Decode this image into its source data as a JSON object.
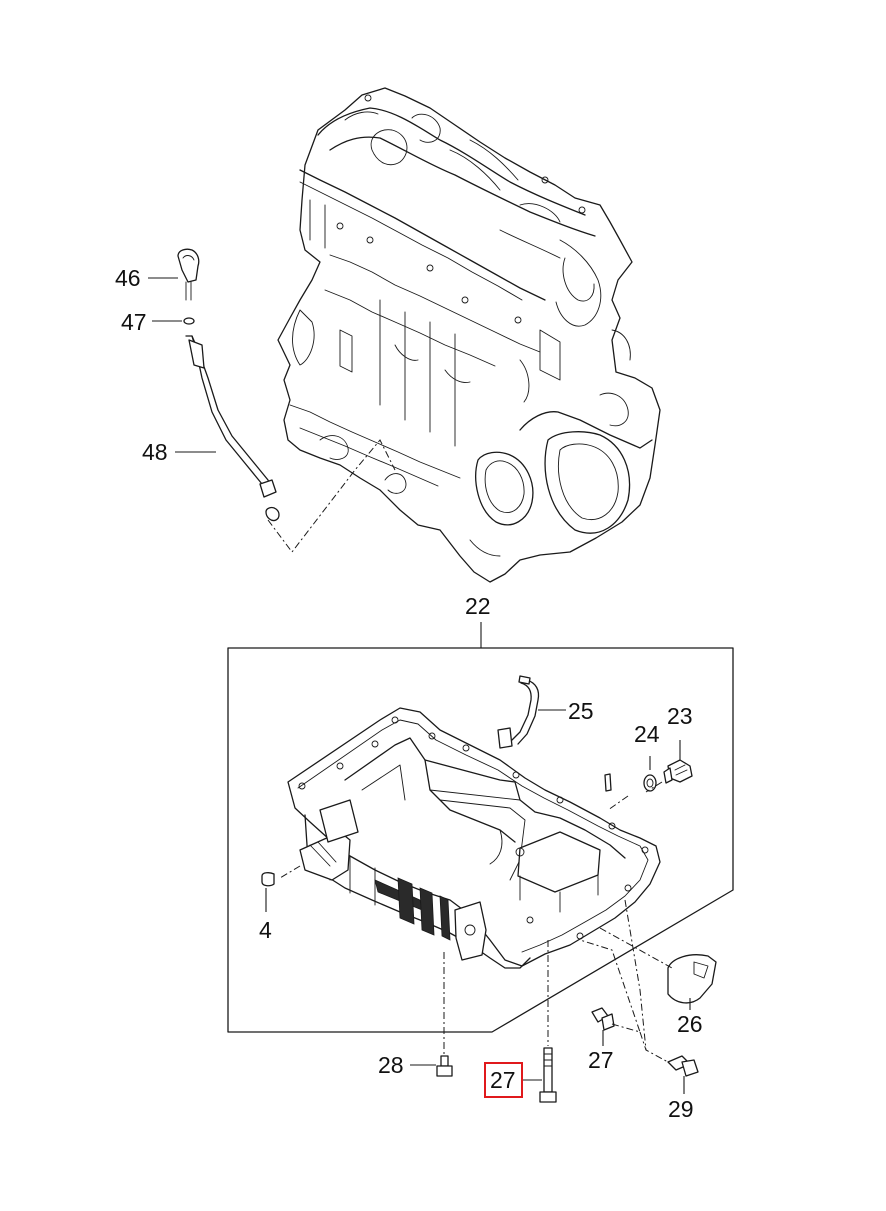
{
  "diagram": {
    "callouts": [
      {
        "id": "c46",
        "text": "46"
      },
      {
        "id": "c47",
        "text": "47"
      },
      {
        "id": "c48",
        "text": "48"
      },
      {
        "id": "c22",
        "text": "22"
      },
      {
        "id": "c25",
        "text": "25"
      },
      {
        "id": "c24",
        "text": "24"
      },
      {
        "id": "c23",
        "text": "23"
      },
      {
        "id": "c4",
        "text": "4"
      },
      {
        "id": "c26",
        "text": "26"
      },
      {
        "id": "c28",
        "text": "28"
      },
      {
        "id": "c27a",
        "text": "27"
      },
      {
        "id": "c27b",
        "text": "27"
      },
      {
        "id": "c29",
        "text": "29"
      }
    ],
    "highlight_color": "#e0191c"
  }
}
